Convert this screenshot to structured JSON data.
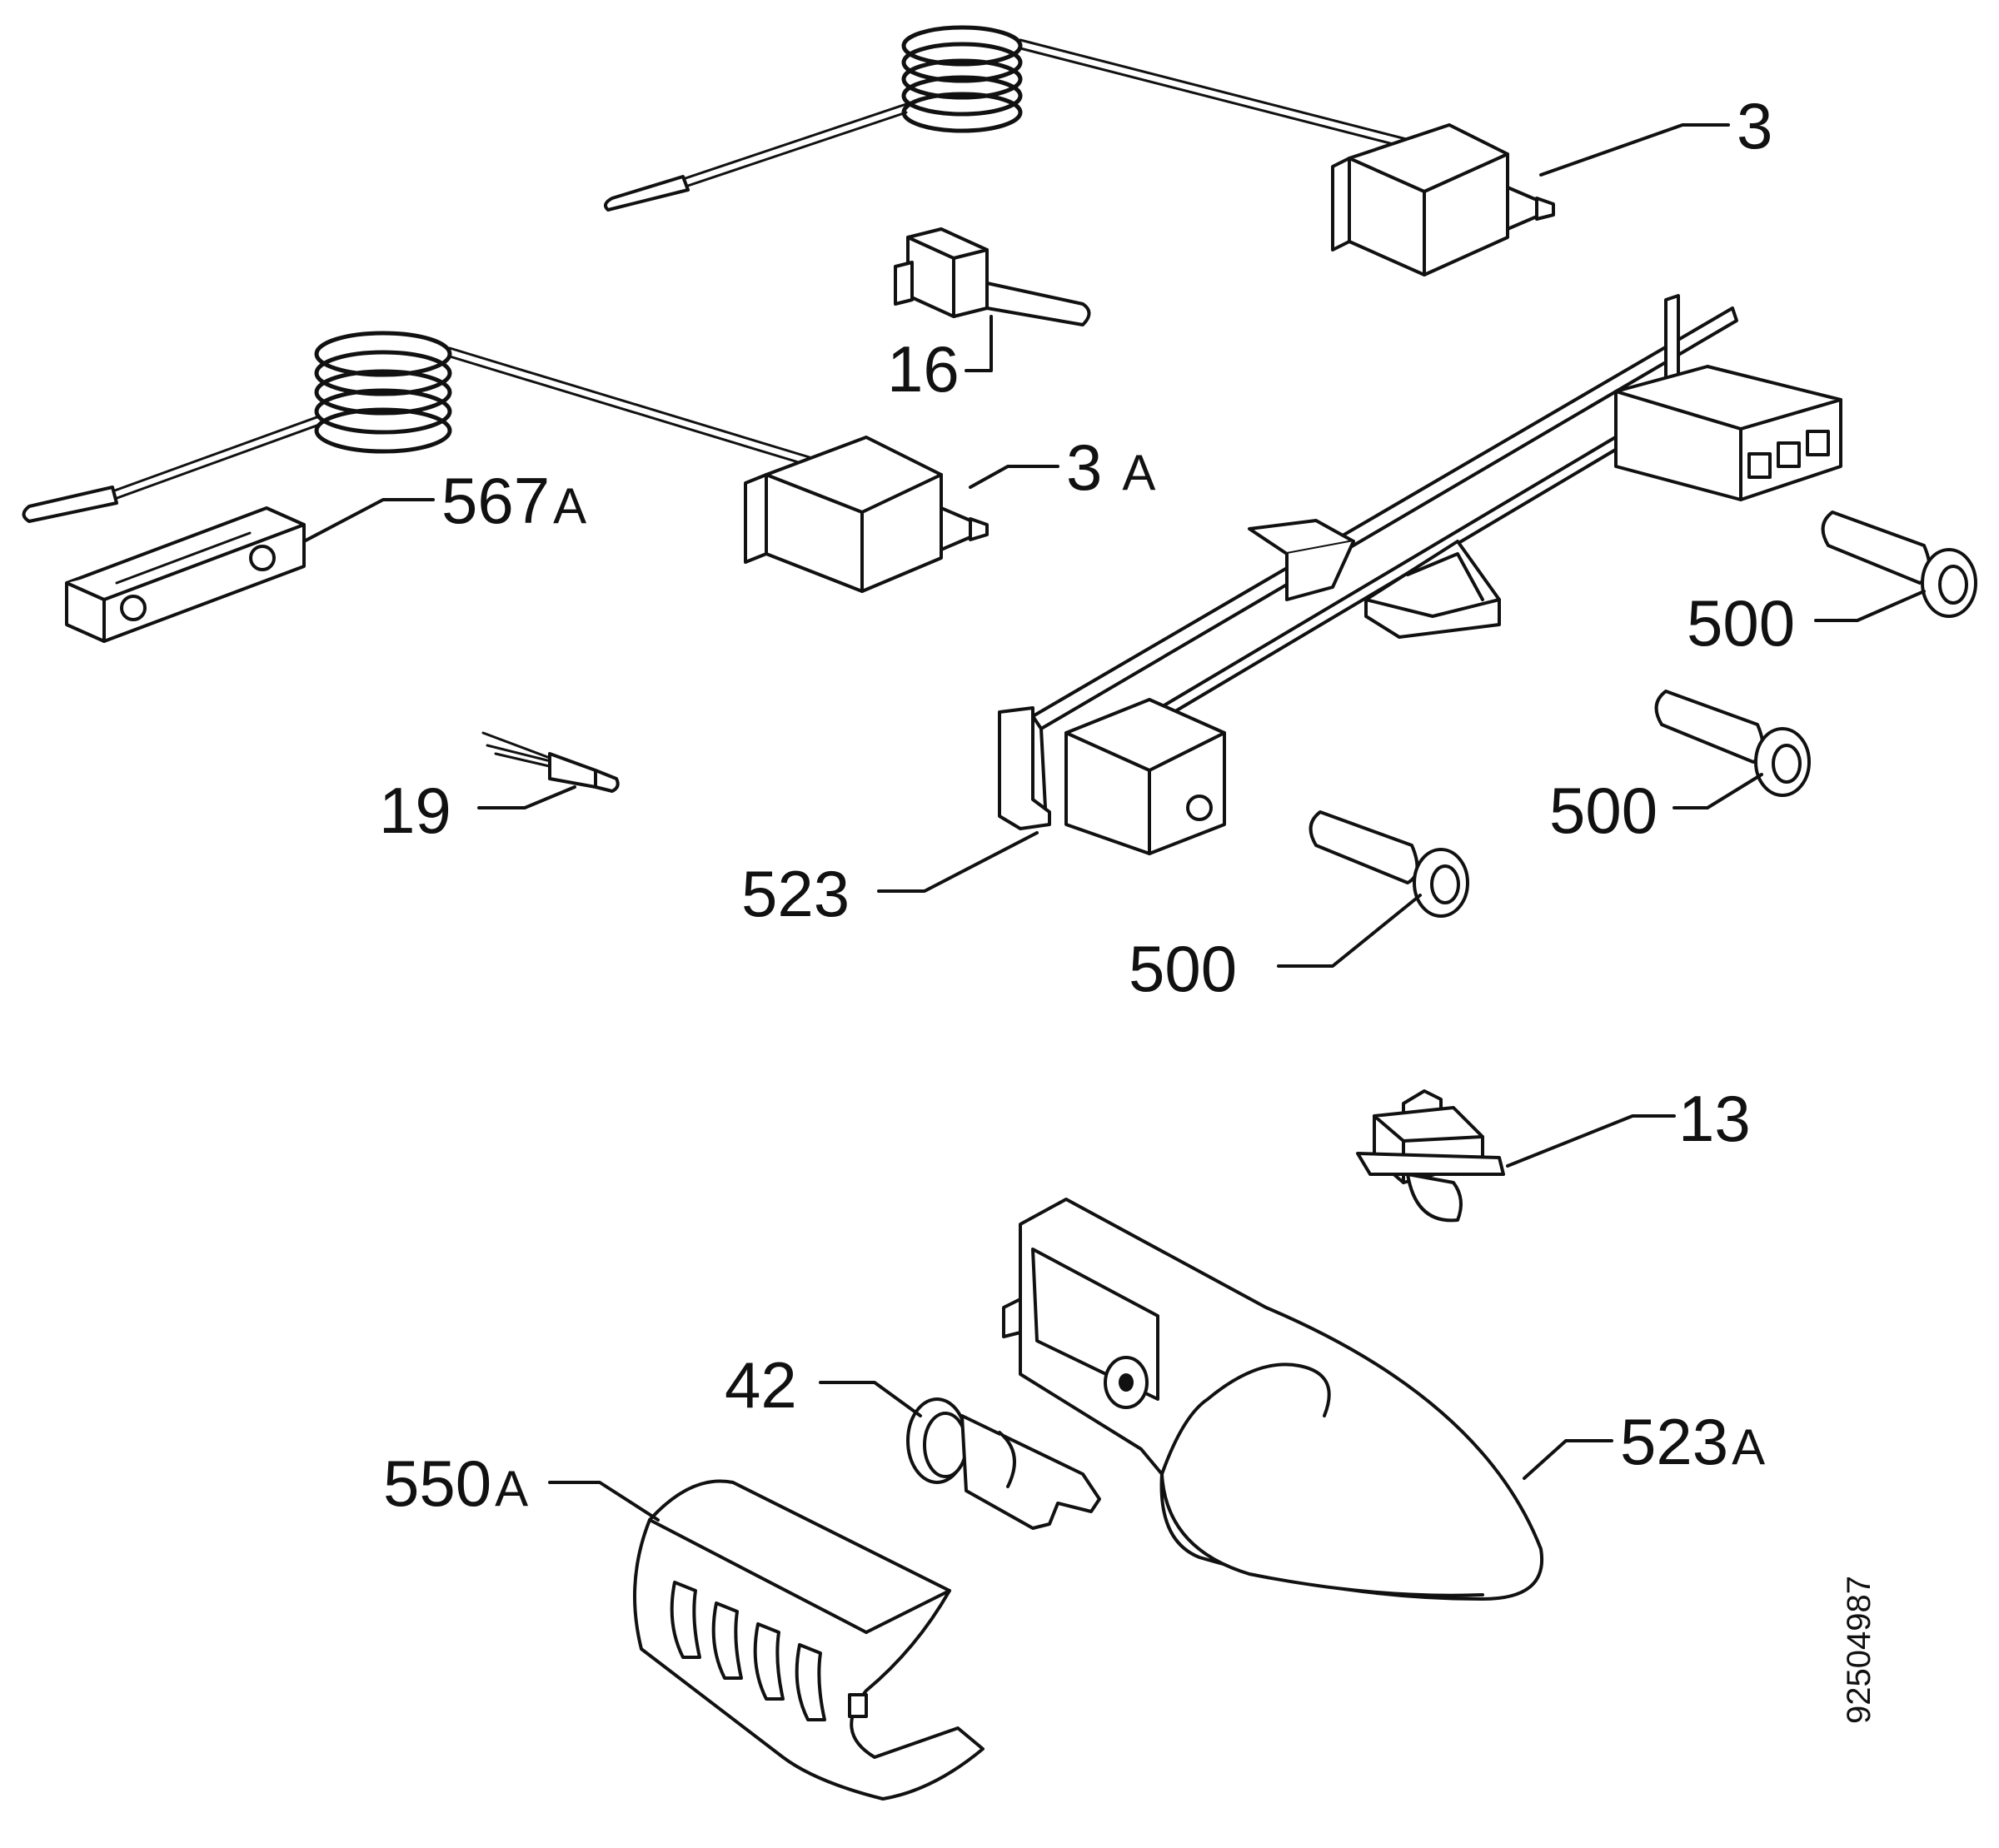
{
  "callouts": {
    "c3": "3",
    "c16": "16",
    "c3a_num": "3",
    "c3a_suffix": "A",
    "c567a_num": "567",
    "c567a_suffix": "A",
    "c500_a": "500",
    "c500_b": "500",
    "c500_c": "500",
    "c19": "19",
    "c523": "523",
    "c13": "13",
    "c42": "42",
    "c523a_num": "523",
    "c523a_suffix": "A",
    "c550a_num": "550",
    "c550a_suffix": "A"
  },
  "document_number": "92504987",
  "colors": {
    "line": "#111111",
    "background": "#ffffff"
  }
}
